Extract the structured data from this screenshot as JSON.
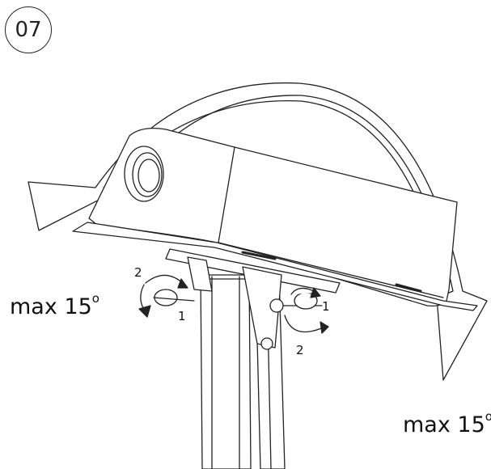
{
  "step": "07",
  "angle_labels": {
    "left": {
      "text": "max 15",
      "unit": "o"
    },
    "right": {
      "text": "max 15",
      "unit": "o"
    }
  },
  "knob_labels": {
    "left_first": "1",
    "left_second": "2",
    "right_first": "1",
    "right_second": "2"
  },
  "colors": {
    "line": "#222222",
    "fill": "#ffffff"
  }
}
